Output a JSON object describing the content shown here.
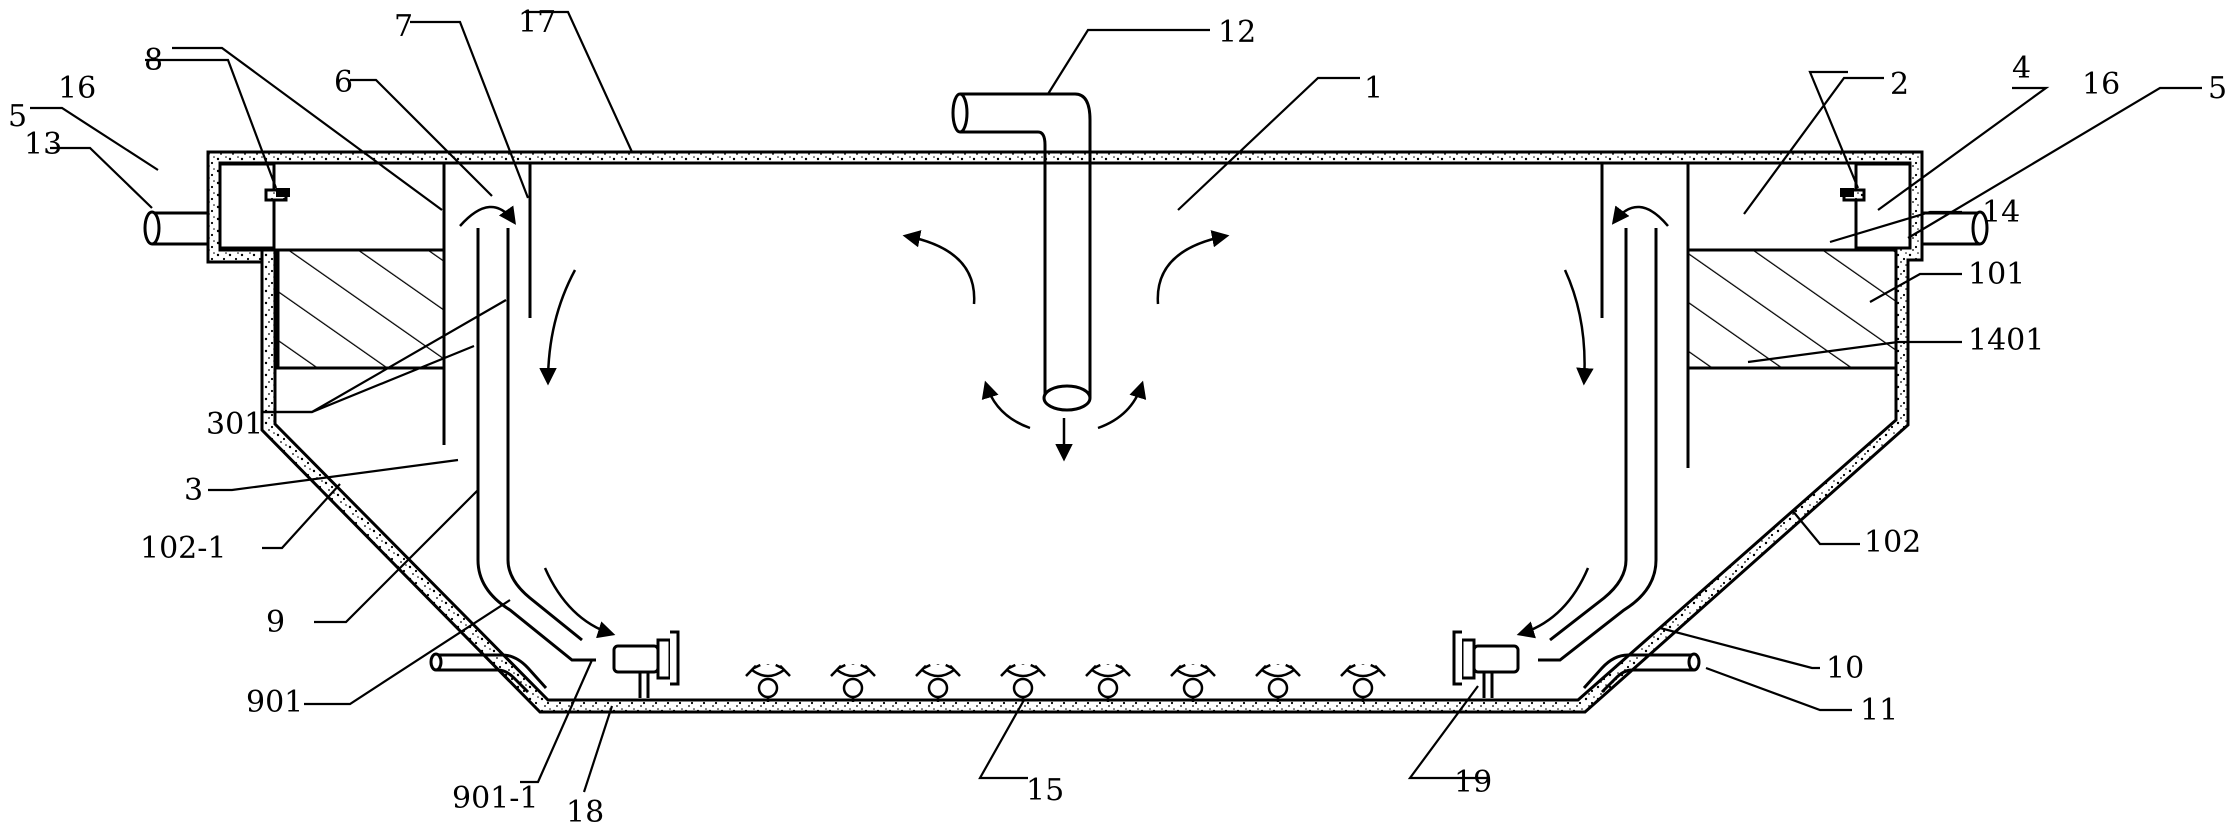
{
  "labels": {
    "l1": "1",
    "l2": "2",
    "l3": "3",
    "l4": "4",
    "l5_left": "5",
    "l5_right": "5",
    "l6": "6",
    "l7": "7",
    "l8": "8",
    "l9": "9",
    "l10": "10",
    "l11": "11",
    "l12": "12",
    "l13": "13",
    "l14": "14",
    "l15": "15",
    "l16_left": "16",
    "l16_right": "16",
    "l17": "17",
    "l18": "18",
    "l19": "19",
    "l101": "101",
    "l102": "102",
    "l102_1": "102-1",
    "l301": "301",
    "l901": "901",
    "l901_1": "901-1",
    "l1401": "1401"
  },
  "aerator_count": 8,
  "colors": {
    "line": "#000000",
    "background": "#ffffff",
    "wall_fill": "#ffffff"
  }
}
